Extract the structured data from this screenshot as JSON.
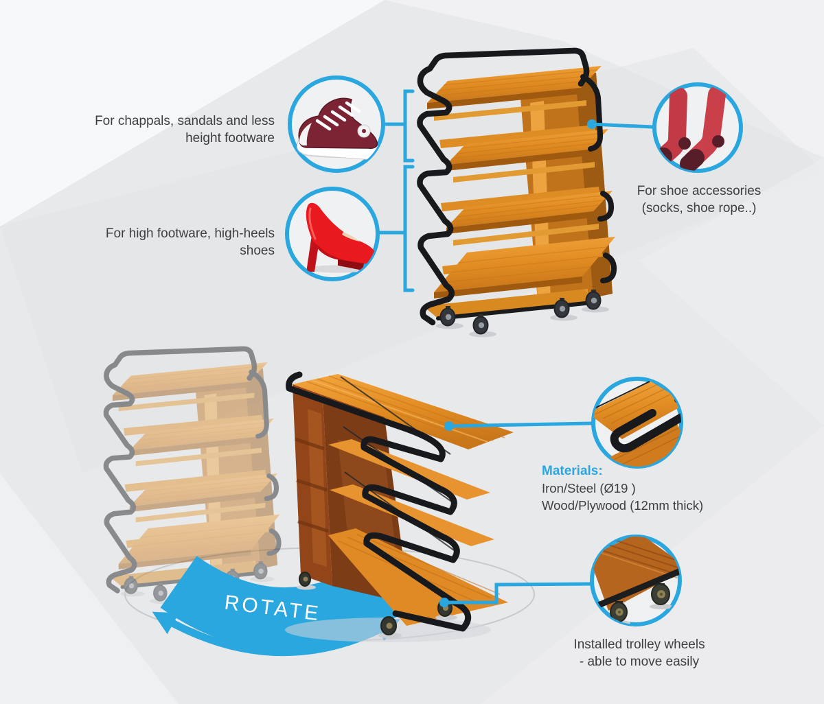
{
  "page": {
    "background_color": "#e8e9eb",
    "accent_color": "#2aa7df",
    "text_color": "#3e3e40",
    "wood_color_bright": "#e18c22",
    "wood_color_dark": "#93451a",
    "frame_color": "#17191c"
  },
  "callouts": {
    "chappals": {
      "icon": "sneaker-icon",
      "line1": "For chappals, sandals and less",
      "line2": "height footware"
    },
    "high_heels": {
      "icon": "high-heel-shoe-icon",
      "line1": "For high footware,  high-heels",
      "line2": "shoes"
    },
    "accessories": {
      "icon": "socks-icon",
      "line1": "For shoe accessories",
      "line2": "(socks, shoe rope..)"
    },
    "materials": {
      "title": "Materials:",
      "line1": "Iron/Steel (Ø19 )",
      "line2": "Wood/Plywood (12mm thick)"
    },
    "rotate": {
      "label": "ROTATE"
    },
    "trolley_wheels": {
      "icon": "caster-wheels-icon",
      "line1": "Installed trolley wheels",
      "line2": "- able to move easily"
    },
    "frame_detail": {
      "icon": "frame-tube-icon"
    }
  }
}
